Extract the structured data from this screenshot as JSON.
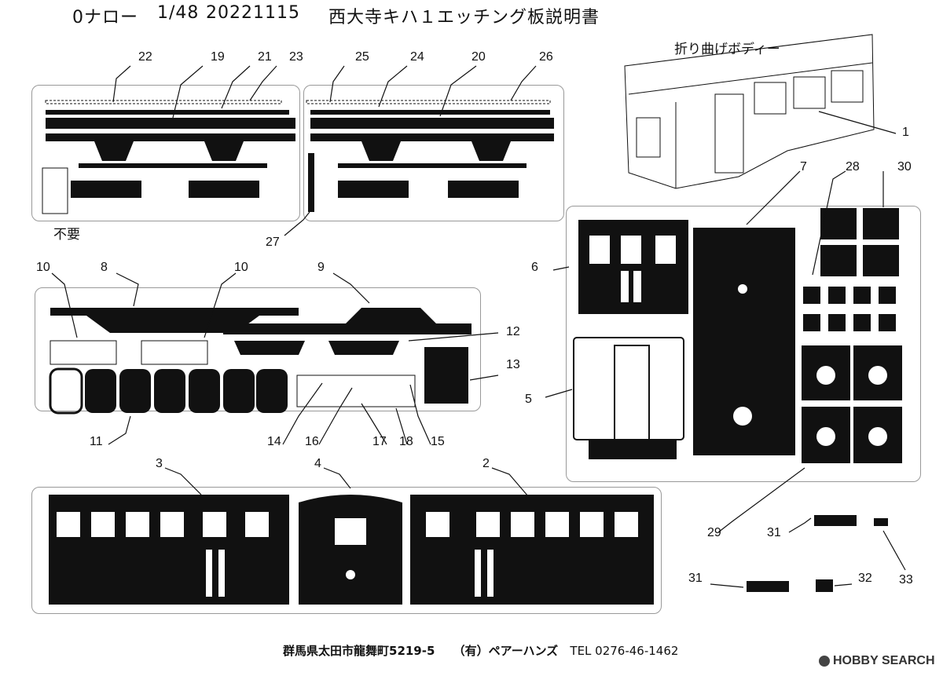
{
  "header": {
    "scale_series": "0ナロー",
    "scale": "1/48",
    "date": "20221115",
    "title": "西大寺キハ１エッチング板説明書"
  },
  "notes": {
    "fold_body": "折り曲げボディー",
    "unneeded": "不要"
  },
  "part_numbers": [
    "22",
    "19",
    "21",
    "23",
    "25",
    "24",
    "20",
    "26",
    "1",
    "7",
    "28",
    "30",
    "27",
    "10",
    "8",
    "10",
    "9",
    "6",
    "12",
    "13",
    "5",
    "11",
    "14",
    "16",
    "17",
    "18",
    "15",
    "3",
    "4",
    "2",
    "29",
    "31",
    "33",
    "31",
    "32"
  ],
  "footer": {
    "address": "群馬県太田市龍舞町5219-5",
    "company": "（有）ペアーハンズ",
    "tel": "TEL 0276-46-1462"
  },
  "watermark": "HOBBY SEARCH"
}
